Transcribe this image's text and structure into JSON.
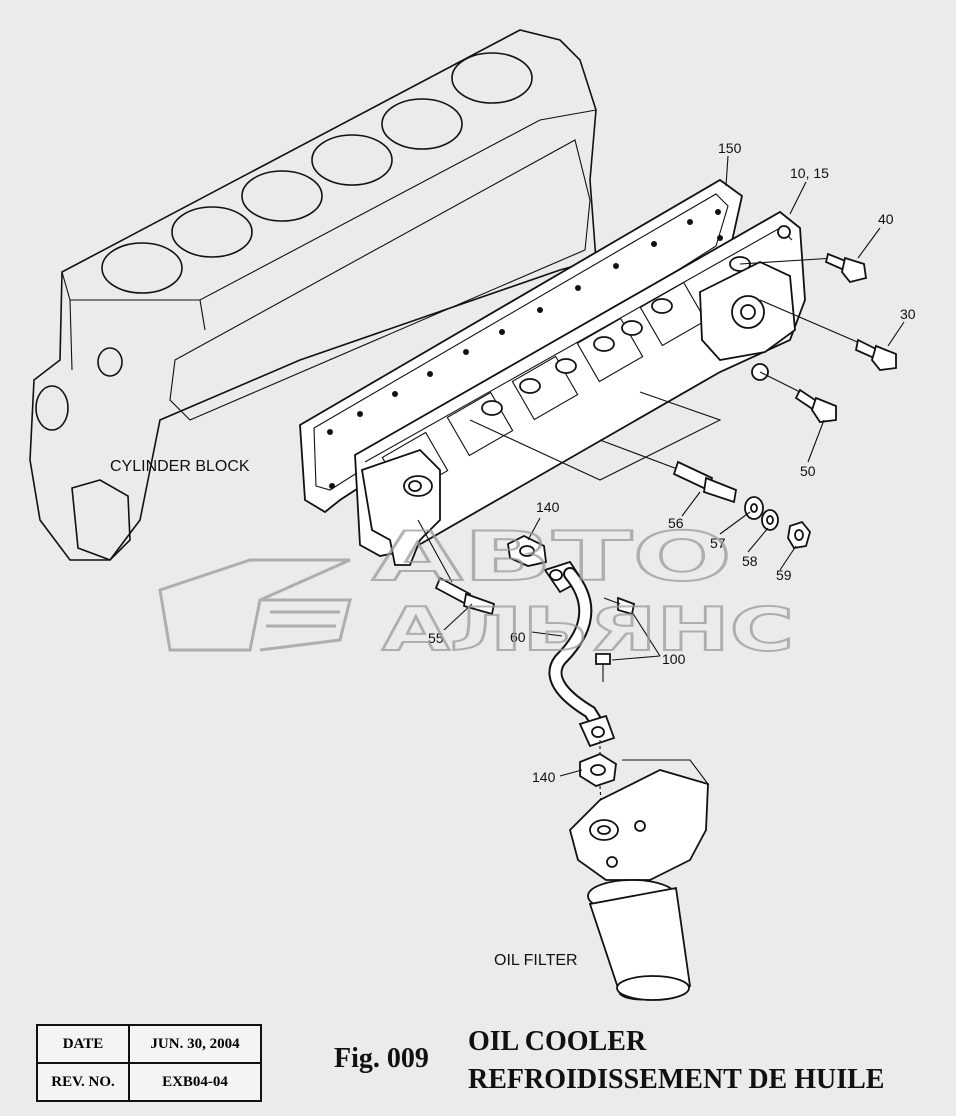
{
  "labels": {
    "cylinder_block": "CYLINDER BLOCK",
    "oil_filter": "OIL FILTER",
    "p150": "150",
    "p10_15": "10, 15",
    "p40": "40",
    "p30": "30",
    "p50": "50",
    "p56": "56",
    "p57": "57",
    "p58": "58",
    "p59": "59",
    "p140_top": "140",
    "p55": "55",
    "p60": "60",
    "p100": "100",
    "p140_bottom": "140"
  },
  "watermark": {
    "line1": "АВТО",
    "line2": "АЛЬЯНС"
  },
  "info_table": {
    "date_label": "DATE",
    "date_value": "JUN. 30, 2004",
    "rev_label": "REV. NO.",
    "rev_value": "EXB04-04"
  },
  "figure": {
    "number": "Fig. 009",
    "title": "OIL COOLER",
    "subtitle": "REFROIDISSEMENT DE HUILE"
  }
}
